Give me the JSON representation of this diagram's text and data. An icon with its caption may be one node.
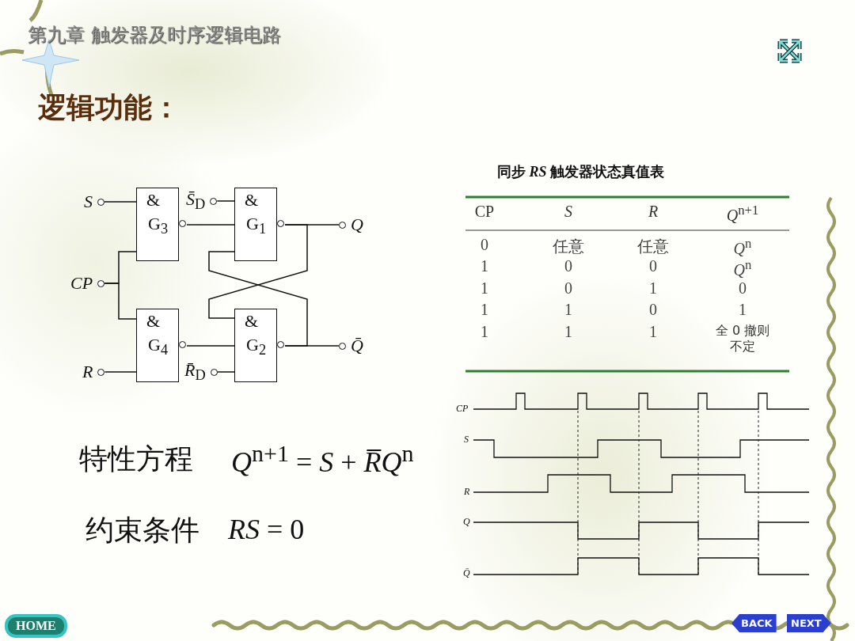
{
  "diagram": {
    "title": "逻辑功能：",
    "nodes": [
      {
        "text": [
          "S"
        ]
      },
      {
        "text": [
          "&",
          "G$_{3}$"
        ]
      },
      {
        "text": [
          "*S̄*$_{D}$"
        ]
      },
      {
        "text": [
          "&",
          "G$_{1}$"
        ]
      },
      {
        "text": [
          "Q"
        ]
      },
      {
        "text": [
          "CP"
        ]
      },
      {
        "text": [
          "&",
          "G$_{4}$"
        ]
      },
      {
        "text": [
          "&",
          "G$_{2}$"
        ]
      },
      {
        "text": [
          "Q̄"
        ]
      },
      {
        "text": [
          "R"
        ]
      },
      {
        "text": [
          "*R̄*$_{D}$"
        ]
      }
    ],
    "edges": [
      {
        "from": 0,
        "to": 1,
        "arrow": "none"
      },
      {
        "from": 1,
        "to": 3,
        "arrow": "none"
      },
      {
        "from": 2,
        "to": 3,
        "arrow": "none"
      },
      {
        "from": 3,
        "to": 4,
        "arrow": "none"
      },
      {
        "from": 5,
        "to": 1,
        "arrow": "none"
      },
      {
        "from": 5,
        "to": 6,
        "arrow": "none"
      },
      {
        "from": 3,
        "to": 7,
        "arrow": "none"
      },
      {
        "from": 7,
        "to": 3,
        "arrow": "none"
      },
      {
        "from": 6,
        "to": 7,
        "arrow": "none"
      },
      {
        "from": 7,
        "to": 8,
        "arrow": "none"
      },
      {
        "from": 9,
        "to": 6,
        "arrow": "none"
      },
      {
        "from": 10,
        "to": 7,
        "arrow": "none"
      }
    ],
    "labels": [
      "第九章  触发器及时序逻辑电路",
      "同步 *RS* 触发器状态真值表",
      "CP",
      "S",
      "R",
      "*Q*$^{n+1}$",
      "0",
      "任意",
      "任意",
      "*Q*$^{n}$",
      "1",
      "0",
      "0",
      "*Q*$^{n}$",
      "1",
      "0",
      "1",
      "0",
      "1",
      "1",
      "0",
      "1",
      "1",
      "1",
      "1",
      "全 0 撤则不定",
      "特性方程",
      "*Q*$^{n+1}$ = *S* + *R̅Q*$^{n}$",
      "约束条件",
      "*RS* = 0",
      "CP",
      "S",
      "R",
      "Q",
      "Q̄",
      "HOME",
      "BACK",
      "NEXT"
    ]
  }
}
